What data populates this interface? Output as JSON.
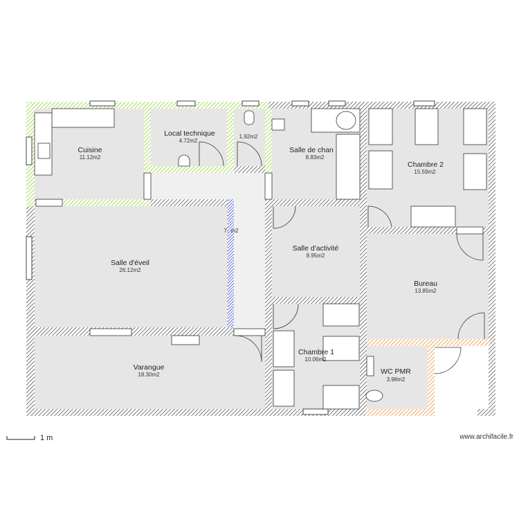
{
  "plan": {
    "rooms": [
      {
        "id": "cuisine",
        "name": "Cuisine",
        "area": "11.12m2"
      },
      {
        "id": "local-technique",
        "name": "Local technique",
        "area": "4.72m2"
      },
      {
        "id": "wc-small",
        "name": "",
        "area": "1.92m2"
      },
      {
        "id": "salle-de-chan",
        "name": "Salle de chan",
        "area": "8.83m2"
      },
      {
        "id": "chambre-2",
        "name": "Chambre 2",
        "area": "15.59m2"
      },
      {
        "id": "couloir",
        "name": "",
        "area": "7.  m2"
      },
      {
        "id": "salle-eveil",
        "name": "Salle d'éveil",
        "area": "26.12m2"
      },
      {
        "id": "salle-activite",
        "name": "Salle d'activité",
        "area": "8.95m2"
      },
      {
        "id": "bureau",
        "name": "Bureau",
        "area": "13.85m2"
      },
      {
        "id": "varangue",
        "name": "Varangue",
        "area": "18.30m2"
      },
      {
        "id": "chambre-1",
        "name": "Chambre 1",
        "area": "10.06m2"
      },
      {
        "id": "wc-pmr",
        "name": "WC PMR",
        "area": "3.98m2"
      }
    ],
    "colors": {
      "wall_hatch": "#555555",
      "green_hatch": "#9bd94a",
      "orange_hatch": "#f0a04b",
      "blue_hatch": "#2233cc",
      "floor": "#e6e6e6",
      "corridor": "#f0f0f0"
    }
  },
  "footer": {
    "scale_label": "1 m",
    "watermark": "www.archifacile.fr"
  }
}
